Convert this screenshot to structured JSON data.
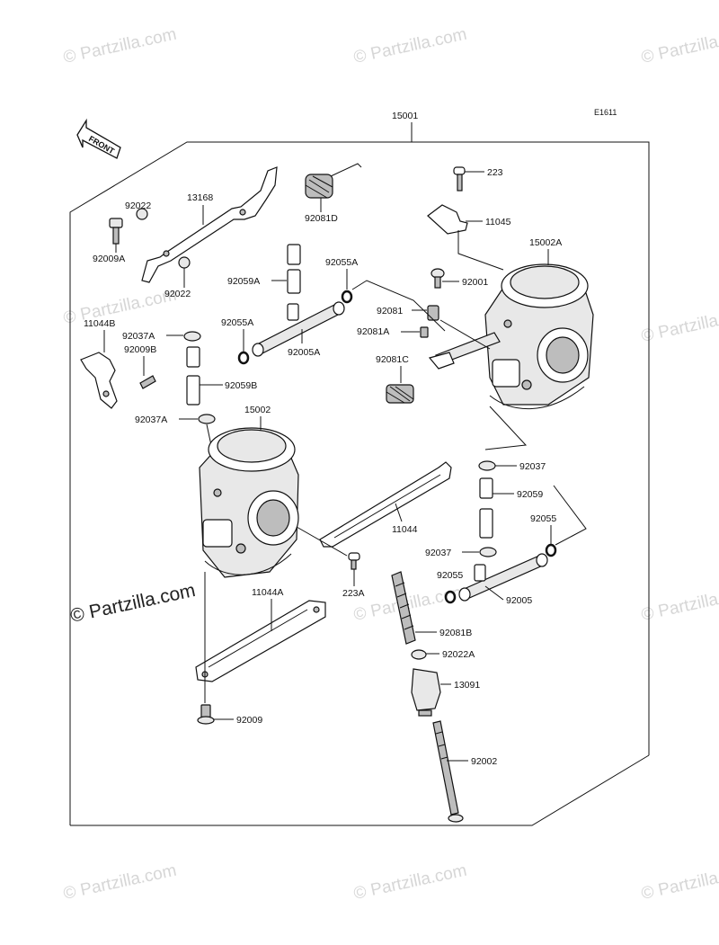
{
  "diagram_code": "E1611",
  "assembly_number": "15001",
  "front_label": "FRONT",
  "watermark_text": "© Partzilla.com",
  "main_watermark": "© Partzilla.com",
  "parts": {
    "p223": "223",
    "p11045": "11045",
    "p15002A": "15002A",
    "p92001": "92001",
    "p92081": "92081",
    "p92081A": "92081A",
    "p92081C": "92081C",
    "p92022_top": "92022",
    "p13168": "13168",
    "p92081D": "92081D",
    "p92009A": "92009A",
    "p92022_low": "92022",
    "p92059A": "92059A",
    "p92055A_top": "92055A",
    "p92055A_left": "92055A",
    "p92005A": "92005A",
    "p11044B": "11044B",
    "p92037A_top": "92037A",
    "p92009B": "92009B",
    "p92059B": "92059B",
    "p92037A_low": "92037A",
    "p15002": "15002",
    "p92037_top": "92037",
    "p92059": "92059",
    "p92055_right": "92055",
    "p11044": "11044",
    "p92037_low": "92037",
    "p92055_mid": "92055",
    "p92005": "92005",
    "p223A": "223A",
    "p11044A": "11044A",
    "p92081B": "92081B",
    "p92022A": "92022A",
    "p13091": "13091",
    "p92009": "92009",
    "p92002": "92002"
  }
}
